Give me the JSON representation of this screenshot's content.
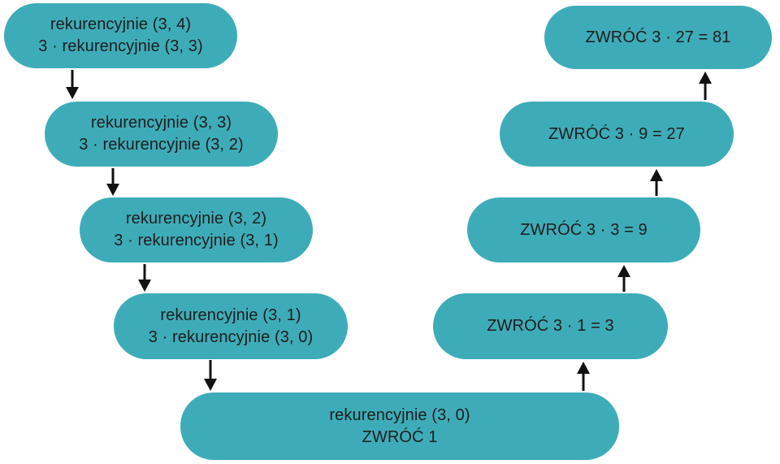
{
  "diagram": {
    "description_topic": "recursive computation call stack",
    "background_color": "#ffffff",
    "node_fill_color": "#3eacb8",
    "node_text_color": "#1d1d1d",
    "arrow_color": "#111111",
    "call_nodes": [
      {
        "line1": "rekurencyjnie (3, 4)",
        "line2": "3 · rekurencyjnie (3, 3)"
      },
      {
        "line1": "rekurencyjnie (3, 3)",
        "line2": "3 · rekurencyjnie (3, 2)"
      },
      {
        "line1": "rekurencyjnie (3, 2)",
        "line2": "3 · rekurencyjnie (3, 1)"
      },
      {
        "line1": "rekurencyjnie (3, 1)",
        "line2": "3 · rekurencyjnie (3, 0)"
      }
    ],
    "base_node": {
      "line1": "rekurencyjnie (3, 0)",
      "line2": "ZWRÓĆ 1"
    },
    "return_nodes": [
      {
        "label": "ZWRÓĆ 3 · 27 = 81"
      },
      {
        "label": "ZWRÓĆ 3 · 9 = 27"
      },
      {
        "label": "ZWRÓĆ 3 · 3 = 9"
      },
      {
        "label": "ZWRÓĆ 3 · 1 = 3"
      }
    ]
  }
}
